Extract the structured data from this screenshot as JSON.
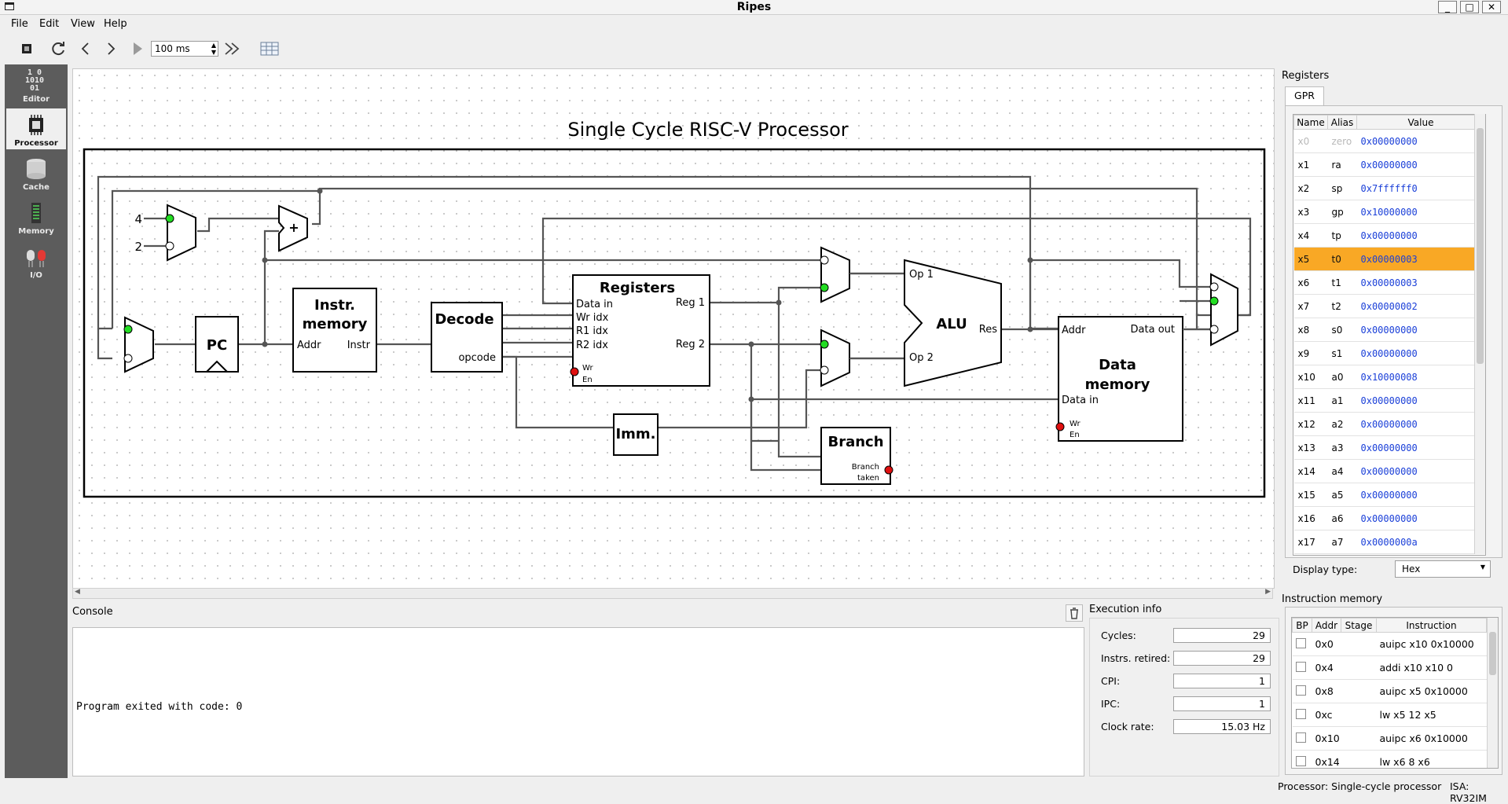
{
  "window": {
    "title": "Ripes"
  },
  "menu": [
    "File",
    "Edit",
    "View",
    "Help"
  ],
  "toolbar": {
    "speed_value": "100 ms"
  },
  "sidebar": [
    {
      "label": "Editor",
      "icon": "binary-icon"
    },
    {
      "label": "Processor",
      "icon": "chip-icon"
    },
    {
      "label": "Cache",
      "icon": "database-icon"
    },
    {
      "label": "Memory",
      "icon": "memory-bars-icon"
    },
    {
      "label": "I/O",
      "icon": "led-icon"
    }
  ],
  "diagram": {
    "title": "Single Cycle RISC-V Processor",
    "const_4": "4",
    "const_2": "2",
    "adder": "+",
    "pc": "PC",
    "instr_memory": {
      "title_1": "Instr.",
      "title_2": "memory",
      "addr": "Addr",
      "instr": "Instr"
    },
    "decode": {
      "title": "Decode",
      "opcode": "opcode"
    },
    "registers": {
      "title": "Registers",
      "data_in": "Data in",
      "wr_idx": "Wr idx",
      "r1_idx": "R1 idx",
      "r2_idx": "R2 idx",
      "reg1": "Reg 1",
      "reg2": "Reg 2",
      "wr": "Wr",
      "en": "En"
    },
    "imm": "Imm.",
    "alu": {
      "title": "ALU",
      "op1": "Op 1",
      "op2": "Op 2",
      "res": "Res"
    },
    "branch": {
      "title": "Branch",
      "branch": "Branch",
      "taken": "taken"
    },
    "data_memory": {
      "title_1": "Data",
      "title_2": "memory",
      "addr": "Addr",
      "data_out": "Data out",
      "data_in": "Data in",
      "wr": "Wr",
      "en": "En"
    }
  },
  "console": {
    "title": "Console",
    "text": "Program exited with code: 0"
  },
  "exec_info": {
    "title": "Execution info",
    "rows": [
      {
        "label": "Cycles:",
        "value": "29"
      },
      {
        "label": "Instrs. retired:",
        "value": "29"
      },
      {
        "label": "CPI:",
        "value": "1"
      },
      {
        "label": "IPC:",
        "value": "1"
      },
      {
        "label": "Clock rate:",
        "value": "15.03 Hz"
      }
    ]
  },
  "registers_panel": {
    "title": "Registers",
    "tab": "GPR",
    "headers": [
      "Name",
      "Alias",
      "Value"
    ],
    "rows": [
      [
        "x0",
        "zero",
        "0x00000000"
      ],
      [
        "x1",
        "ra",
        "0x00000000"
      ],
      [
        "x2",
        "sp",
        "0x7ffffff0"
      ],
      [
        "x3",
        "gp",
        "0x10000000"
      ],
      [
        "x4",
        "tp",
        "0x00000000"
      ],
      [
        "x5",
        "t0",
        "0x00000003"
      ],
      [
        "x6",
        "t1",
        "0x00000003"
      ],
      [
        "x7",
        "t2",
        "0x00000002"
      ],
      [
        "x8",
        "s0",
        "0x00000000"
      ],
      [
        "x9",
        "s1",
        "0x00000000"
      ],
      [
        "x10",
        "a0",
        "0x10000008"
      ],
      [
        "x11",
        "a1",
        "0x00000000"
      ],
      [
        "x12",
        "a2",
        "0x00000000"
      ],
      [
        "x13",
        "a3",
        "0x00000000"
      ],
      [
        "x14",
        "a4",
        "0x00000000"
      ],
      [
        "x15",
        "a5",
        "0x00000000"
      ],
      [
        "x16",
        "a6",
        "0x00000000"
      ],
      [
        "x17",
        "a7",
        "0x0000000a"
      ]
    ],
    "highlight_row": "x5",
    "display_type_label": "Display type:",
    "display_type_value": "Hex"
  },
  "instruction_memory": {
    "title": "Instruction memory",
    "headers": [
      "BP",
      "Addr",
      "Stage",
      "Instruction"
    ],
    "rows": [
      [
        "0x0",
        "",
        "auipc x10 0x10000"
      ],
      [
        "0x4",
        "",
        "addi x10 x10 0"
      ],
      [
        "0x8",
        "",
        "auipc x5 0x10000"
      ],
      [
        "0xc",
        "",
        "lw x5 12 x5"
      ],
      [
        "0x10",
        "",
        "auipc x6 0x10000"
      ],
      [
        "0x14",
        "",
        "lw x6 8 x6"
      ]
    ]
  },
  "status": {
    "processor": "Processor: Single-cycle processor",
    "isa": "ISA: RV32IM"
  },
  "colors": {
    "highlight": "#f9a825",
    "value_blue": "#1a3fd8",
    "signal_green": "#22dd22",
    "signal_red": "#e01010"
  }
}
